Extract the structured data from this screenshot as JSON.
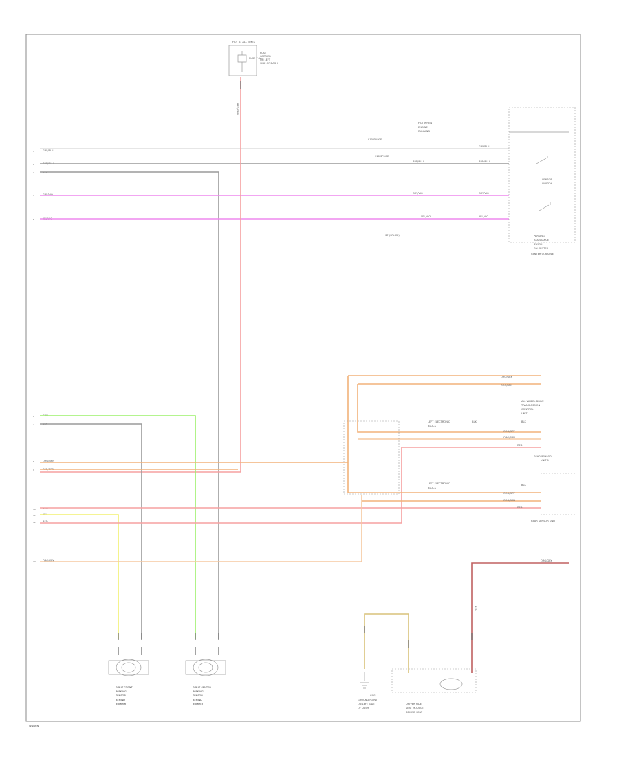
{
  "page": {
    "footer_code": "WNNNN"
  },
  "top_fuse_block": {
    "header": "HOT AT ALL TIMES",
    "fuse_label": "FUSE 7.5A",
    "block_title": [
      "FUSE",
      "CARRIER",
      "ON LEFT",
      "SIDE OF DASH"
    ],
    "wire_label": "RED/GRN"
  },
  "left_wires": [
    {
      "color_name": "GRY/BLU",
      "pin": "1"
    },
    {
      "color_name": "BRN/BLU",
      "pin": "2"
    },
    {
      "color_name": "BLK",
      "pin": "3"
    },
    {
      "color_name": "GRY/VIO",
      "pin": "4"
    },
    {
      "color_name": "YEL/VIO",
      "pin": "5"
    },
    {
      "color_name": "GRN",
      "pin": "6"
    },
    {
      "color_name": "BLK",
      "pin": "7"
    },
    {
      "color_name": "ORG/BRN",
      "pin": "8"
    },
    {
      "color_name": "RED/BRN",
      "pin": "9"
    },
    {
      "color_name": "RED",
      "pin": "10"
    },
    {
      "color_name": "YEL",
      "pin": "11"
    },
    {
      "color_name": "RED",
      "pin": "12"
    },
    {
      "color_name": "ORG/GRY",
      "pin": "13"
    }
  ],
  "switch_module": {
    "inline_labels": [
      "GRY/BLU",
      "BRN/BLU",
      "GRY/VIO",
      "YEL/VIO"
    ],
    "splice_top": "S10 SPLICE",
    "splice_bottom": "S7 (SPLICE)",
    "side_label": [
      "HOT WHEN",
      "ENGINE",
      "RUNNING"
    ],
    "sensor_label": [
      "SENSOR",
      "SWITCH"
    ],
    "title": [
      "PARKING",
      "ASSISTANCE",
      "SWITCH",
      "ON CENTER"
    ],
    "sub_title": "CENTER CONSOLE"
  },
  "sensor_cluster": {
    "top_labels": [
      "ORG/GRY",
      "ORG/BRN"
    ],
    "title_right": [
      "ALL WHEEL DRIVE",
      "TRANSMISSION",
      "CONTROL",
      "UNIT"
    ],
    "left_block_label": [
      "LEFT ELECTRONIC",
      "BLOCK"
    ],
    "mid_labels": [
      "BLK",
      "ORG/GRY",
      "ORG/BRN",
      "RED"
    ],
    "right_sensor_label": [
      "REAR SENSOR",
      "UNIT 1"
    ],
    "lower_block_label": [
      "LEFT ELECTRONIC",
      "BLOCK"
    ],
    "lower_labels": [
      "BLK",
      "ORG/GRY",
      "ORG/BRN",
      "RED"
    ],
    "bottom_label": "REAR SENSOR UNIT"
  },
  "bottom_right": {
    "wire_label": "ORG/GRY",
    "vertical_label": "RED",
    "ground_label": [
      "G001",
      "GROUND POINT",
      "ON LEFT SIDE",
      "OF DASH"
    ],
    "module_label": [
      "DRIVER SIDE",
      "SEAT MODULE",
      "BEHIND SEAT"
    ]
  },
  "bottom_sensors": [
    {
      "lines": [
        "RIGHT FRONT",
        "PARKING",
        "SENSOR",
        "BEHIND",
        "BUMPER"
      ]
    },
    {
      "lines": [
        "RIGHT CENTER",
        "PARKING",
        "SENSOR",
        "BEHIND",
        "BUMPER"
      ]
    }
  ],
  "colors": {
    "red_wire": "#f5a0a0",
    "pink_wire": "#ee88ee",
    "gray_wire": "#9a9a9a",
    "orange_wire": "#f2b27a",
    "green_wire": "#9cf06a",
    "yellow_wire": "#f2f070",
    "dark_red_wire": "#c06060",
    "tan_wire": "#d8c27a",
    "frame": "#888888"
  }
}
